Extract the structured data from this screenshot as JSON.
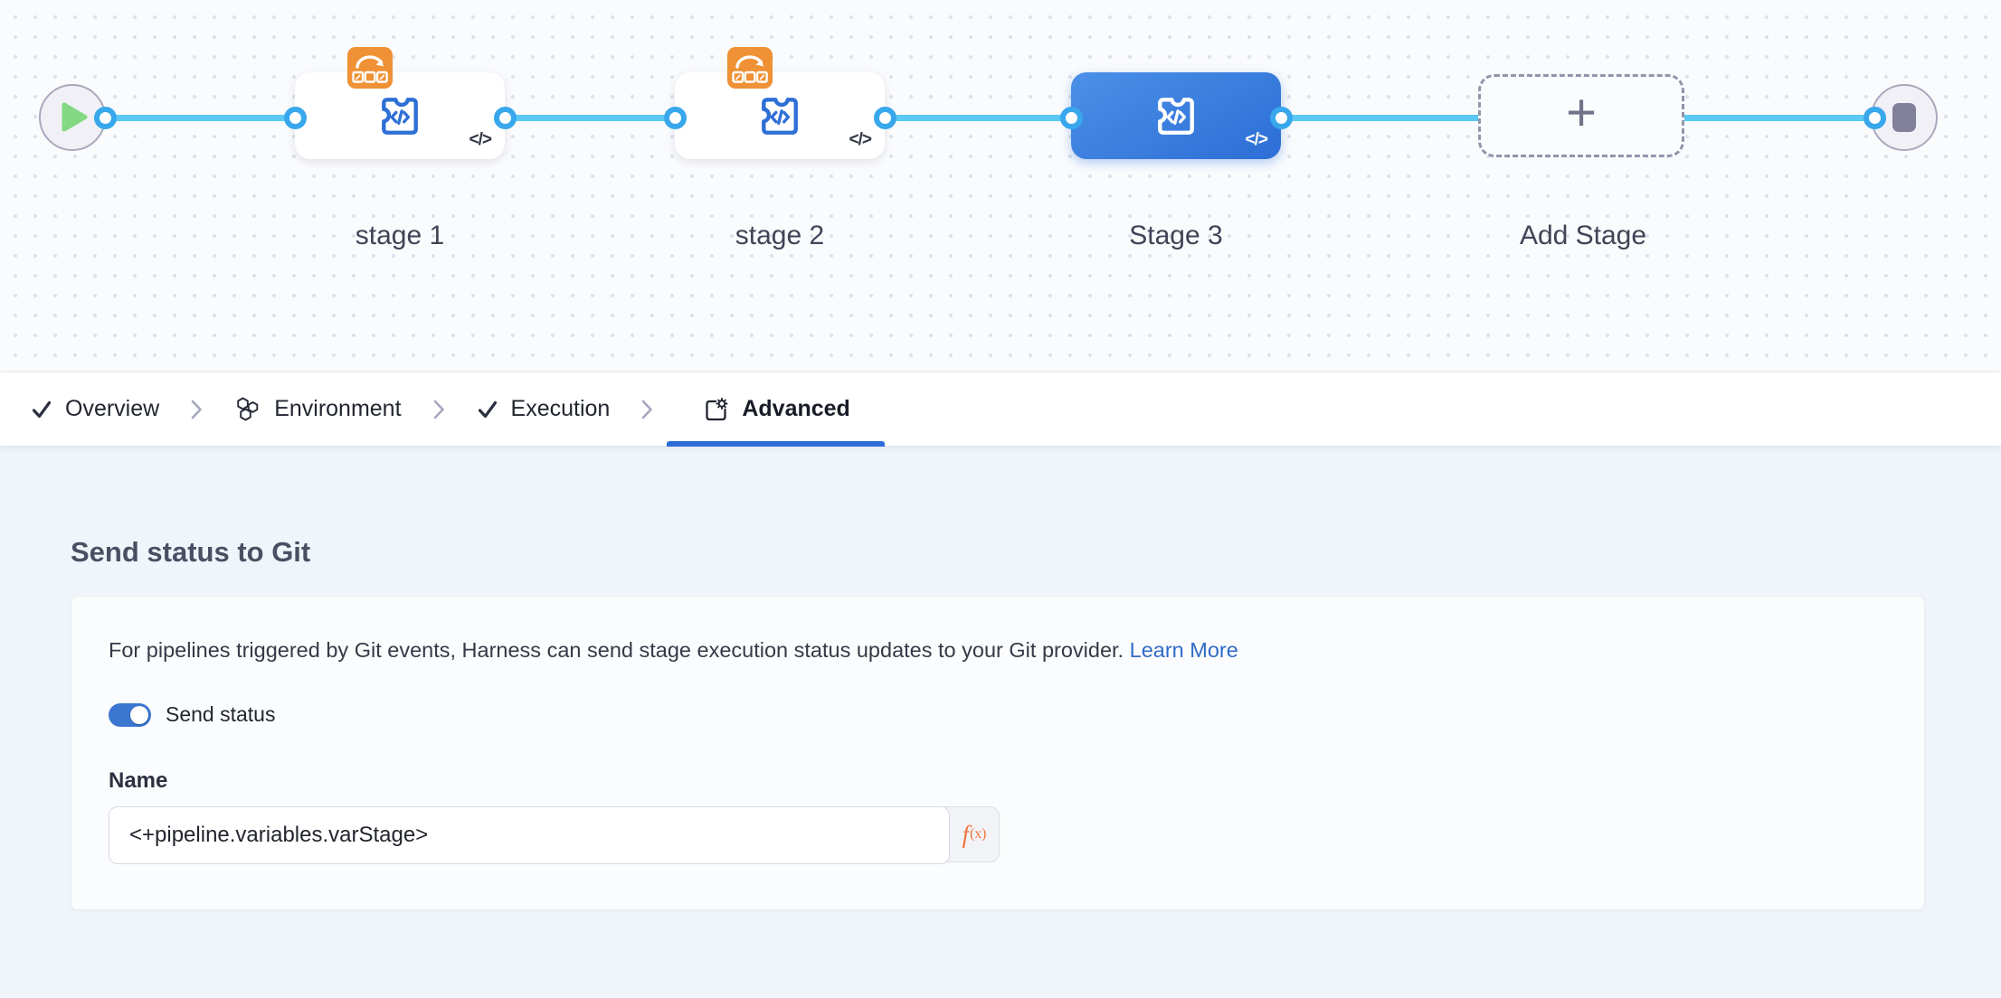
{
  "canvas": {
    "stages": [
      {
        "label": "stage 1",
        "selected": false,
        "badge": true
      },
      {
        "label": "stage 2",
        "selected": false,
        "badge": true
      },
      {
        "label": "Stage 3",
        "selected": true,
        "badge": false
      }
    ],
    "add_stage_label": "Add Stage",
    "corner_code_glyph": "</>"
  },
  "tabs": [
    {
      "label": "Overview",
      "icon": "check-icon",
      "active": false
    },
    {
      "label": "Environment",
      "icon": "hexagons-icon",
      "active": false
    },
    {
      "label": "Execution",
      "icon": "check-icon",
      "active": false
    },
    {
      "label": "Advanced",
      "icon": "advanced-gear-icon",
      "active": true
    }
  ],
  "panel": {
    "heading": "Send status to Git",
    "description": "For pipelines triggered by Git events, Harness can send stage execution status updates to your Git provider.",
    "learn_more_label": "Learn More",
    "toggle_label": "Send status",
    "toggle_on": true,
    "name_label": "Name",
    "name_value": "<+pipeline.variables.varStage>",
    "expression_button": "f(x)"
  },
  "icons": {
    "start": "play-icon",
    "end": "stop-icon",
    "stage_type": "custom-stage-puzzle-icon",
    "badge": "rolling-update-icon",
    "separator": "chevron-right-icon"
  },
  "colors": {
    "connector_line": "#5bc9f3",
    "port_ring": "#38a7ec",
    "selected_stage": "#2c6ed6",
    "badge_orange": "#ef9134",
    "stage_icon_blue": "#2e6fd6",
    "tab_underline": "#2b6cd9",
    "toggle_on": "#3b76d1",
    "link": "#2f6bc7",
    "expression_orange": "#f0733a",
    "play_green": "#84d883",
    "stop_gray": "#81819b"
  }
}
